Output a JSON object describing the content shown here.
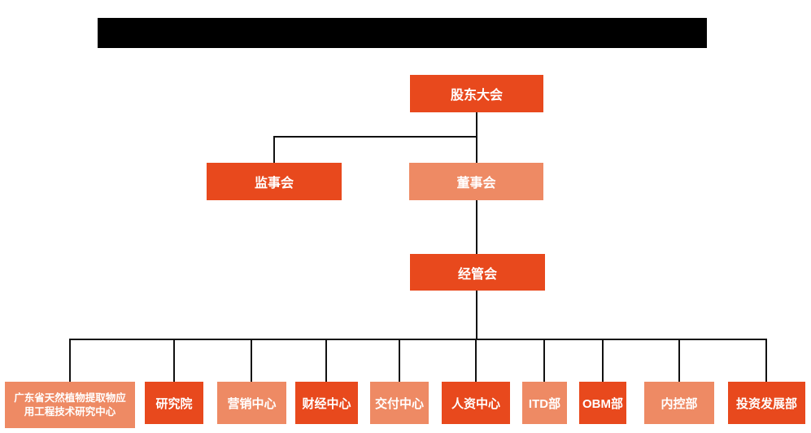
{
  "colors": {
    "node_primary": "#E8491D",
    "node_secondary": "#EE8A64",
    "connector_line": "#111111",
    "node_text": "#FFFFFF",
    "header_bar": "#000000"
  },
  "header": {
    "redacted_bar_color": "#000000"
  },
  "org": {
    "root": {
      "label": "股东大会"
    },
    "supervisory_board": {
      "label": "监事会"
    },
    "board_of_directors": {
      "label": "董事会"
    },
    "management_committee": {
      "label": "经管会"
    },
    "departments": [
      {
        "label": "广东省天然植物提取物应用工程技术研究中心"
      },
      {
        "label": "研究院"
      },
      {
        "label": "营销中心"
      },
      {
        "label": "财经中心"
      },
      {
        "label": "交付中心"
      },
      {
        "label": "人资中心"
      },
      {
        "label": "ITD部"
      },
      {
        "label": "OBM部"
      },
      {
        "label": "内控部"
      },
      {
        "label": "投资发展部"
      }
    ]
  }
}
